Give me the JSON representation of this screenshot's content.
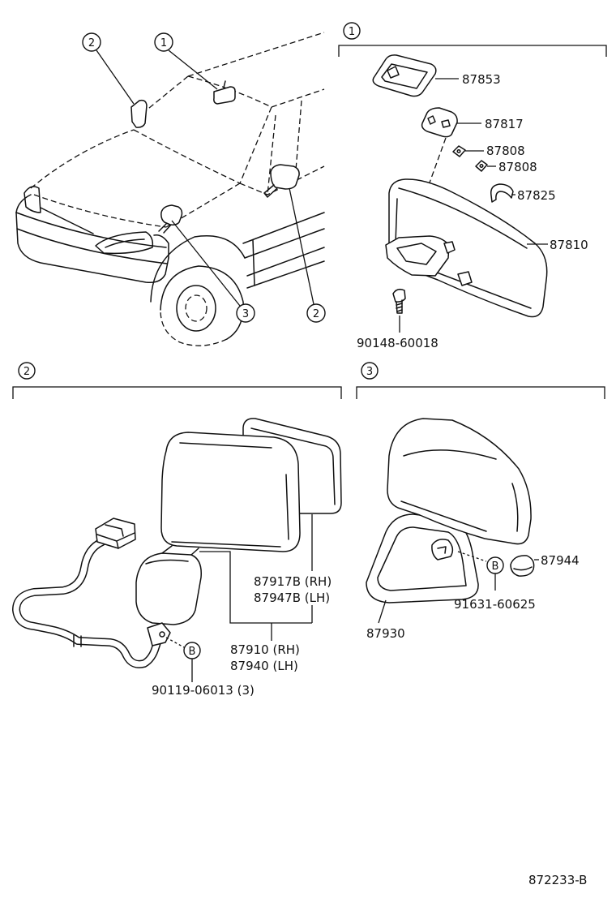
{
  "overview": {
    "callout_left_mirror": "2",
    "callout_inner_mirror": "1",
    "callout_fender_mirror": "3",
    "callout_right_mirror": "2"
  },
  "section_1": {
    "label": "1",
    "cover": "87853",
    "holder": "87817",
    "clip_upper": "87808",
    "clip_lower": "87808",
    "clamp": "87825",
    "inner_mirror": "87810",
    "screw": "90148-60018"
  },
  "section_2": {
    "label": "2",
    "glass_rh": "87917B (RH)",
    "glass_lh": "87947B (LH)",
    "mirror_rh": "87910 (RH)",
    "mirror_lh": "87940 (LH)",
    "ref": "B",
    "screw": "90119-06013 (3)"
  },
  "section_3": {
    "label": "3",
    "cap": "87944",
    "ref": "B",
    "screw": "91631-60625",
    "base": "87930"
  },
  "drawing_number": "872233-B"
}
